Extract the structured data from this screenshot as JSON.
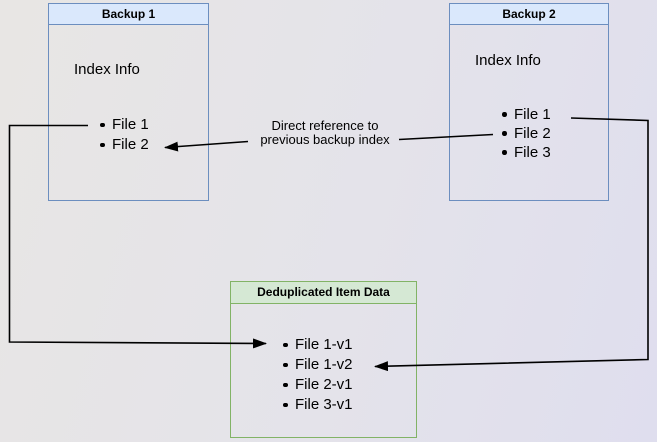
{
  "colors": {
    "blue_border": "#6c8ebf",
    "blue_fill": "#dae8fc",
    "green_border": "#82b366",
    "green_fill": "#d5e8d4",
    "arrow": "#000000"
  },
  "backup1": {
    "title": "Backup 1",
    "index_label": "Index Info",
    "files": [
      "File 1",
      "File 2"
    ]
  },
  "backup2": {
    "title": "Backup 2",
    "index_label": "Index Info",
    "files": [
      "File 1",
      "File 2",
      "File 3"
    ]
  },
  "dedup": {
    "title": "Deduplicated Item Data",
    "items": [
      "File 1-v1",
      "File 1-v2",
      "File 2-v1",
      "File 3-v1"
    ]
  },
  "annotation": {
    "line1": "Direct reference to",
    "line2": "previous backup index"
  }
}
